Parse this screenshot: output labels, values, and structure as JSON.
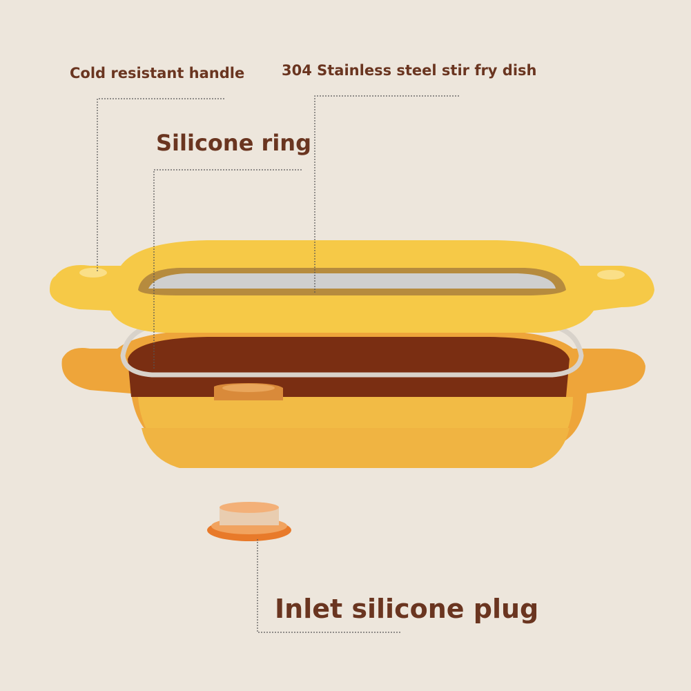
{
  "labels": {
    "handle": "Cold resistant handle",
    "dish": "304 Stainless steel stir fry dish",
    "ring": "Silicone ring",
    "plug": "Inlet silicone plug"
  },
  "colors": {
    "background": "#ede6dc",
    "text": "#6a3520",
    "yellow": "#f5c13f",
    "brown_interior": "#7a2e12",
    "steel": "#c9c9c9",
    "plug_orange": "#e87a2a"
  }
}
